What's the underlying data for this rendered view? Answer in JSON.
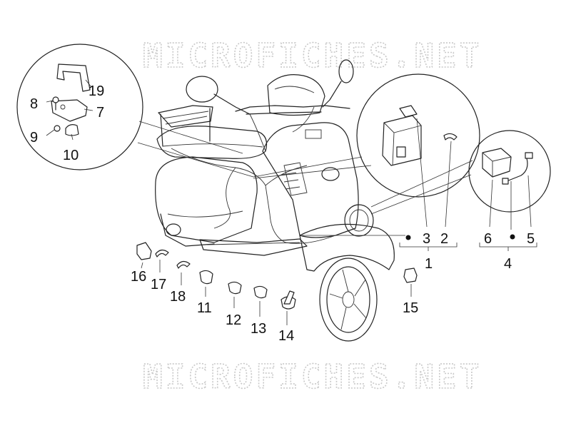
{
  "watermark": "MICROFICHES.NET",
  "callouts": {
    "c1": "1",
    "c2": "2",
    "c3": "3",
    "c4": "4",
    "c5": "5",
    "c6": "6",
    "c7": "7",
    "c8": "8",
    "c9": "9",
    "c10": "10",
    "c11": "11",
    "c12": "12",
    "c13": "13",
    "c14": "14",
    "c15": "15",
    "c16": "16",
    "c17": "17",
    "c18": "18",
    "c19": "19"
  }
}
